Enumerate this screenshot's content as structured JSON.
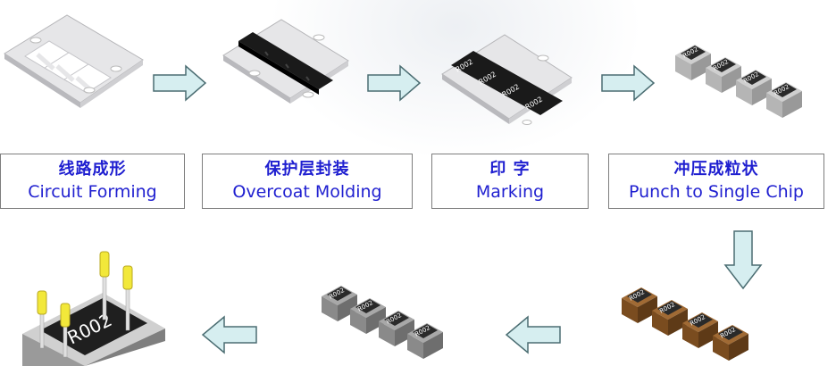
{
  "steps": [
    {
      "zh": "线路成形",
      "en": "Circuit Forming"
    },
    {
      "zh": "保护层封装",
      "en": "Overcoat Molding"
    },
    {
      "zh": "印 字",
      "en": "Marking"
    },
    {
      "zh": "冲压成粒状",
      "en": "Punch to Single Chip"
    }
  ],
  "chip_marking": "R002",
  "colors": {
    "label_text": "#1f1fd0",
    "arrow_fill": "#d6eef0",
    "arrow_stroke": "#4b6d72",
    "overcoat": "#1a1a1a",
    "substrate": "#d9d9d9",
    "termination_brown": "#8a5a2b",
    "pin_yellow": "#f2e83a"
  }
}
